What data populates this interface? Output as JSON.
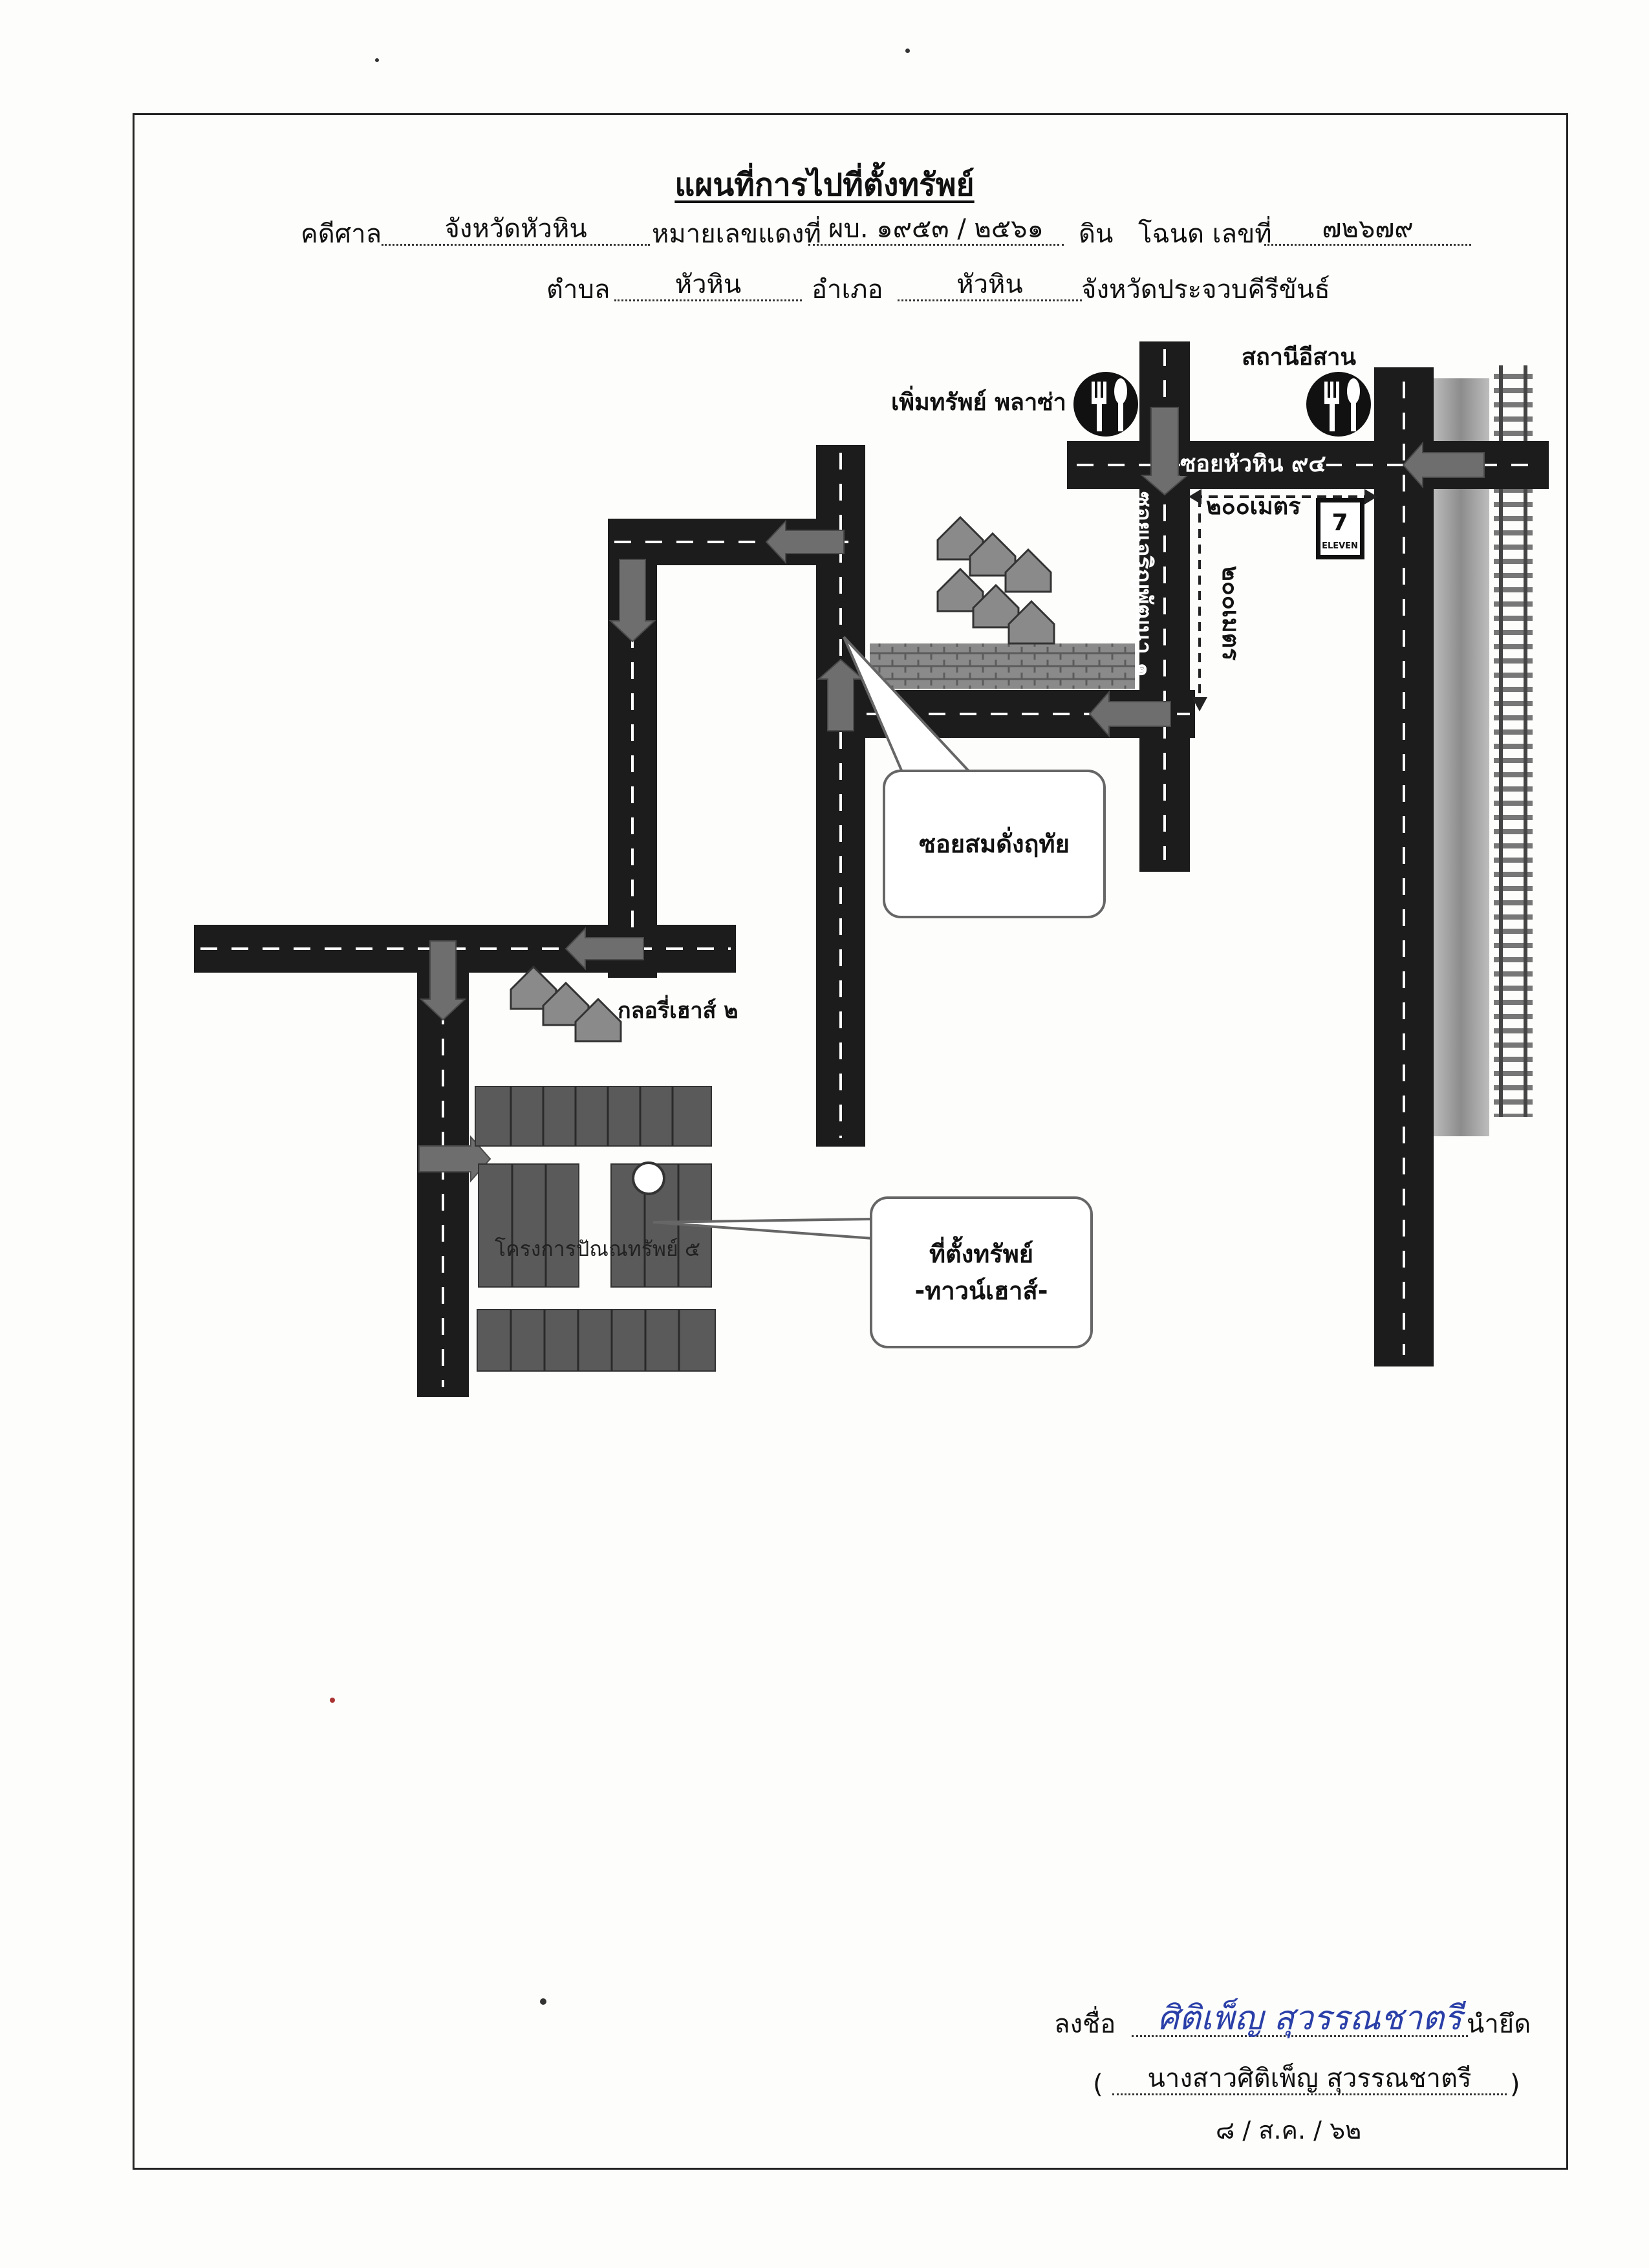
{
  "title": "แผนที่การไปที่ตั้งทรัพย์",
  "header": {
    "court_label": "คดีศาล",
    "court_value": "จังหวัดหัวหิน",
    "case_label": "หมายเลขแดงที่",
    "case_value": "ผบ. ๑๙๕๓ / ๒๕๖๑",
    "land_label": "ดิน",
    "deed_label": "โฉนด เลขที่",
    "deed_value": "๗๒๖๗๙",
    "subdistrict_label": "ตำบล",
    "subdistrict_value": "หัวหิน",
    "district_label": "อำเภอ",
    "district_value": "หัวหิน",
    "province": "จังหวัดประจวบคีรีขันธ์"
  },
  "map": {
    "restaurant_1": "เพิ่มทรัพย์ พลาซ่า",
    "restaurant_2": "สถานีอีสาน",
    "road_main": "ซอยหัวหิน ๙๔",
    "road_side": "ซอยเจริญพัฒนา ๑",
    "dist_horizontal": "๒๐๐เมตร",
    "dist_vertical": "๒๐๐เมตร",
    "store_logo": "ELEVEN",
    "callout_road": "ซอยสมดั่งฤทัย",
    "glory_house": "กลอรี่เฮาส์ ๒",
    "project": "โครงการปัณณทรัพย์ ๕",
    "property_line1": "ที่ตั้งทรัพย์",
    "property_line2": "-ทาวน์เฮาส์-"
  },
  "footer": {
    "sign_label": "ลงชื่อ",
    "signature": "ศิติเพ็ญ สุวรรณชาตรี",
    "role": "นำยึด",
    "name_open": "(",
    "name": "นางสาวศิติเพ็ญ สุวรรณชาตรี",
    "name_close": ")",
    "date": "๘ / ส.ค. / ๖๒"
  },
  "colors": {
    "road": "#1c1c1c",
    "arrow": "#6e6e6e",
    "lot": "#5a5a5a",
    "rail": "#999999"
  }
}
